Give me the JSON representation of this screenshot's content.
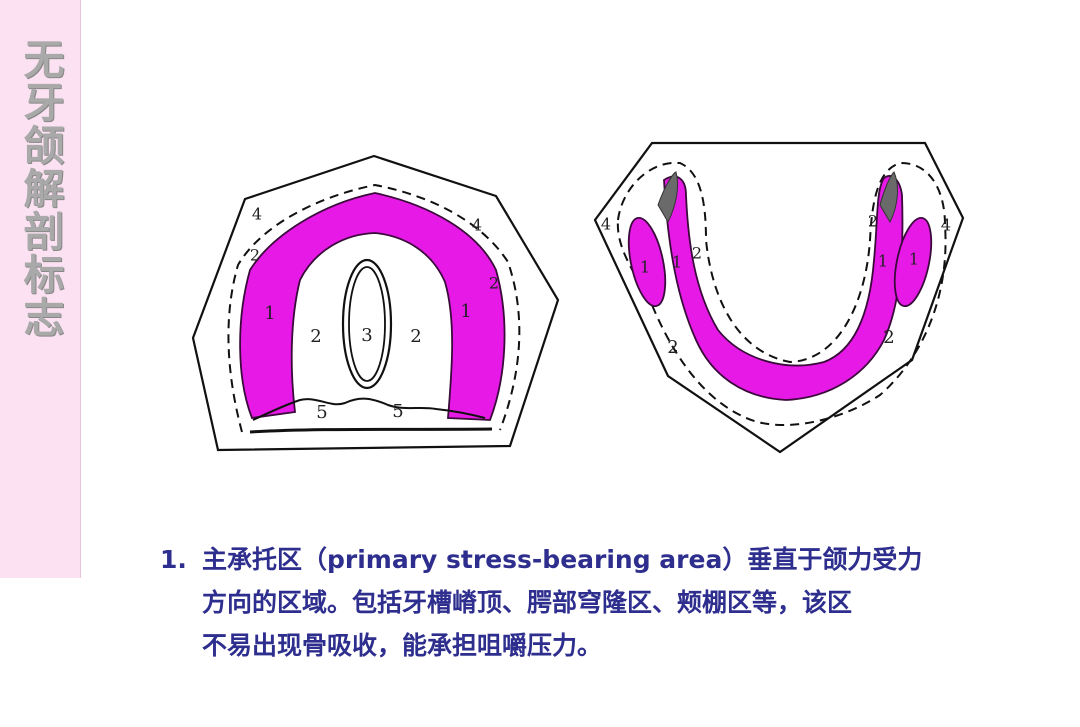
{
  "slide": {
    "side_title": "无牙颌解剖标志",
    "colors": {
      "accent": "#e619e6",
      "side_tab": "#fbe1f1",
      "text": "#2e2e8e"
    }
  },
  "diagram_labels": {
    "upper": {
      "left_4": "4",
      "left_2": "2",
      "left_1": "1",
      "inner_left_2": "2",
      "center_3": "3",
      "inner_right_2": "2",
      "right_1": "1",
      "right_2": "2",
      "right_4": "4",
      "bottom_left_5": "5",
      "bottom_right_5": "5"
    },
    "lower": {
      "left_4": "4",
      "left_1": "1",
      "left_1b": "1",
      "left_2_top": "2",
      "left_2_bottom": "2",
      "right_2_top": "2",
      "right_1": "1",
      "right_1b": "1",
      "right_4": "4",
      "right_2_bottom": "2"
    }
  },
  "text": {
    "number": "1.",
    "line1": "主承托区（primary stress-bearing area）垂直于颌力受力",
    "line2": "方向的区域。包括牙槽嵴顶、腭部穹隆区、颊棚区等，该区",
    "line3": "不易出现骨吸收，能承担咀嚼压力。"
  }
}
